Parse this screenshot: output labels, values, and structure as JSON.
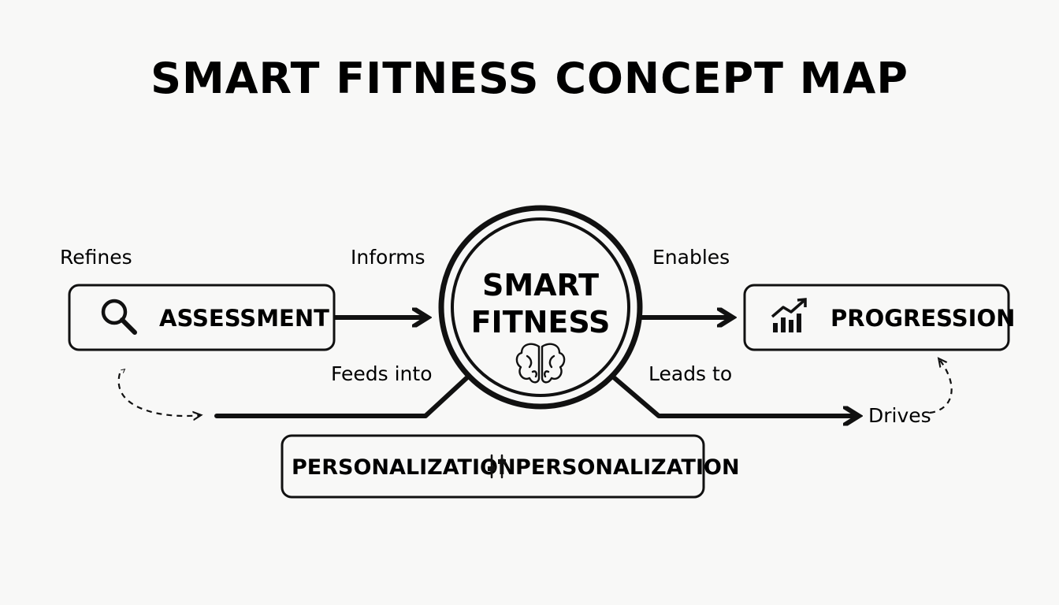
{
  "title": "SMART FITNESS CONCEPT MAP",
  "hub": {
    "line1": "SMART",
    "line2": "FITNESS",
    "icon": "brain-icon"
  },
  "nodes": {
    "assessment": {
      "label": "ASSESSMENT",
      "icon": "search-icon"
    },
    "progression": {
      "label": "PROGRESSION",
      "icon": "bar-chart-growth-icon"
    },
    "personalization": {
      "label_left": "PERSONALIZATION",
      "label_right": "PERSONALIZATION",
      "icon": "sliders-icon"
    }
  },
  "edges": {
    "refines": "Refines",
    "informs": "Informs",
    "enables": "Enables",
    "feeds_into": "Feeds into",
    "leads_to": "Leads to",
    "drives": "Drives"
  },
  "colors": {
    "ink": "#111111",
    "background": "#f8f8f7"
  }
}
